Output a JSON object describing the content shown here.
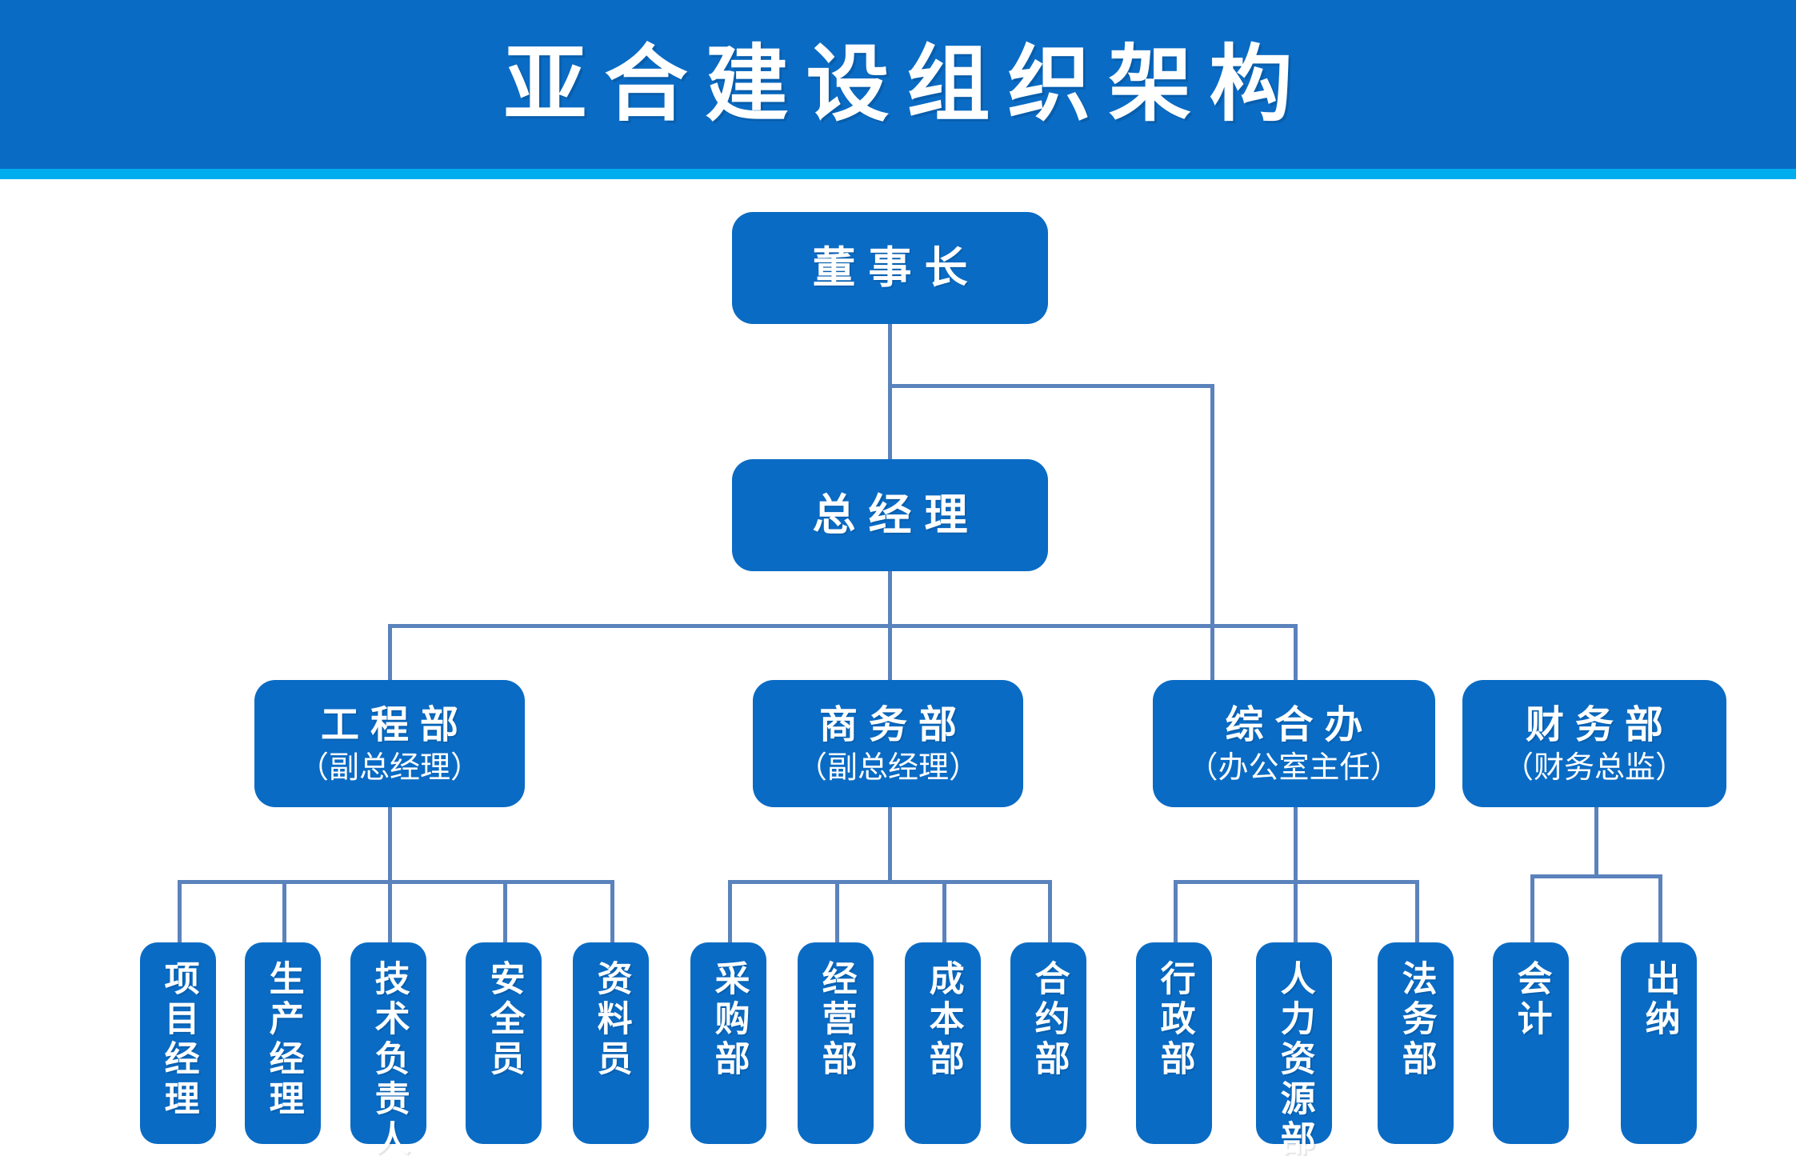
{
  "header": {
    "title": "亚合建设组织架构",
    "banner_color": "#0a6bc4",
    "accent_color": "#00aeef",
    "title_color": "#ffffff"
  },
  "theme": {
    "node_fill": "#0a6bc4",
    "node_text": "#ffffff",
    "connector_color": "#5b82bc",
    "background": "#ffffff"
  },
  "chart_data": {
    "type": "org-chart",
    "title": "亚合建设组织架构",
    "orientation": "top-down",
    "levels": 4,
    "root": "董事长",
    "nodes": [
      {
        "id": "chairman",
        "label": "董事长",
        "level": 1,
        "parent": null
      },
      {
        "id": "gm",
        "label": "总经理",
        "level": 2,
        "parent": "chairman"
      },
      {
        "id": "eng",
        "label": "工程部",
        "subtitle": "（副总经理）",
        "level": 3,
        "parent": "gm"
      },
      {
        "id": "biz",
        "label": "商务部",
        "subtitle": "（副总经理）",
        "level": 3,
        "parent": "gm"
      },
      {
        "id": "admin",
        "label": "综合办",
        "subtitle": "（办公室主任）",
        "level": 3,
        "parent": "gm"
      },
      {
        "id": "finance",
        "label": "财务部",
        "subtitle": "（财务总监）",
        "level": 3,
        "parent": "chairman"
      },
      {
        "id": "eng1",
        "label": "项目经理",
        "level": 4,
        "parent": "eng"
      },
      {
        "id": "eng2",
        "label": "生产经理",
        "level": 4,
        "parent": "eng"
      },
      {
        "id": "eng3",
        "label": "技术负责人",
        "level": 4,
        "parent": "eng"
      },
      {
        "id": "eng4",
        "label": "安全员",
        "level": 4,
        "parent": "eng"
      },
      {
        "id": "eng5",
        "label": "资料员",
        "level": 4,
        "parent": "eng"
      },
      {
        "id": "biz1",
        "label": "采购部",
        "level": 4,
        "parent": "biz"
      },
      {
        "id": "biz2",
        "label": "经营部",
        "level": 4,
        "parent": "biz"
      },
      {
        "id": "biz3",
        "label": "成本部",
        "level": 4,
        "parent": "biz"
      },
      {
        "id": "biz4",
        "label": "合约部",
        "level": 4,
        "parent": "biz"
      },
      {
        "id": "adm1",
        "label": "行政部",
        "level": 4,
        "parent": "admin"
      },
      {
        "id": "adm2",
        "label": "人力资源部",
        "level": 4,
        "parent": "admin"
      },
      {
        "id": "adm3",
        "label": "法务部",
        "level": 4,
        "parent": "admin"
      },
      {
        "id": "fin1",
        "label": "会计",
        "level": 4,
        "parent": "finance"
      },
      {
        "id": "fin2",
        "label": "出纳",
        "level": 4,
        "parent": "finance"
      }
    ]
  },
  "nodes": {
    "chairman": {
      "title": "董事长"
    },
    "gm": {
      "title": "总经理"
    },
    "eng": {
      "title": "工程部",
      "subtitle": "（副总经理）"
    },
    "biz": {
      "title": "商务部",
      "subtitle": "（副总经理）"
    },
    "admin": {
      "title": "综合办",
      "subtitle": "（办公室主任）"
    },
    "finance": {
      "title": "财务部",
      "subtitle": "（财务总监）"
    },
    "eng1": {
      "title": "项目经理"
    },
    "eng2": {
      "title": "生产经理"
    },
    "eng3": {
      "title": "技术负责人"
    },
    "eng4": {
      "title": "安全员"
    },
    "eng5": {
      "title": "资料员"
    },
    "biz1": {
      "title": "采购部"
    },
    "biz2": {
      "title": "经营部"
    },
    "biz3": {
      "title": "成本部"
    },
    "biz4": {
      "title": "合约部"
    },
    "adm1": {
      "title": "行政部"
    },
    "adm2": {
      "title": "人力资源部"
    },
    "adm3": {
      "title": "法务部"
    },
    "fin1": {
      "title": "会计"
    },
    "fin2": {
      "title": "出纳"
    }
  }
}
